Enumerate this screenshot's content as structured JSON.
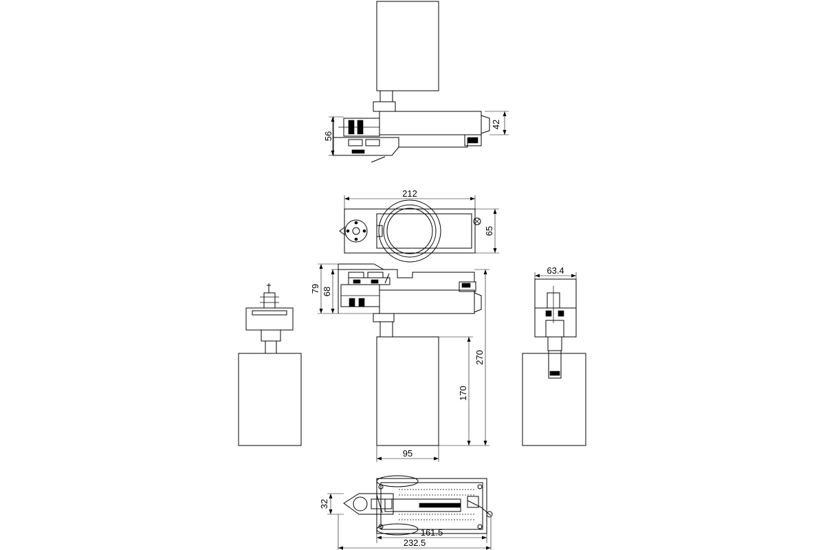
{
  "diagram": {
    "line_color": "#000000",
    "background": "#ffffff",
    "dimensions": {
      "side_height_56": "56",
      "side_height_42": "42",
      "top_width_212": "212",
      "top_depth_65": "65",
      "front_height_79": "79",
      "front_height_68": "68",
      "front_total_270": "270",
      "front_body_170": "170",
      "front_width_95": "95",
      "side_width_63_4": "63.4",
      "bottom_height_32": "32",
      "bottom_adapter_161_5": "161.5",
      "bottom_total_232_5": "232.5"
    }
  }
}
